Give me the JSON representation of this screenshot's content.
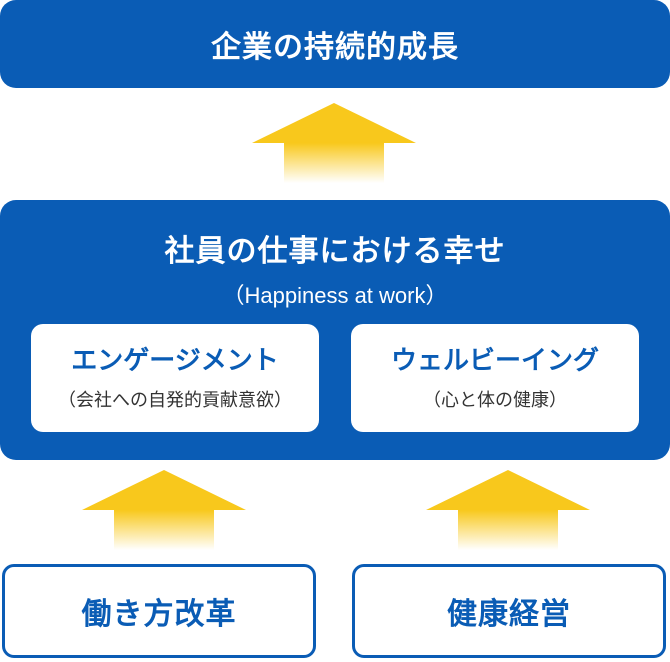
{
  "top": {
    "label": "企業の持続的成長"
  },
  "middle": {
    "title": "社員の仕事における幸せ",
    "subtitle": "（Happiness at work）",
    "cards": [
      {
        "title": "エンゲージメント",
        "subtitle": "（会社への自発的貢献意欲）"
      },
      {
        "title": "ウェルビーイング",
        "subtitle": "（心と体の健康）"
      }
    ]
  },
  "bottom": [
    {
      "label": "働き方改革"
    },
    {
      "label": "健康経営"
    }
  ],
  "colors": {
    "primary_blue": "#0a5cb5",
    "arrow_yellow": "#f8c81c",
    "white": "#ffffff"
  },
  "icons": [
    "arrow-up-icon"
  ]
}
